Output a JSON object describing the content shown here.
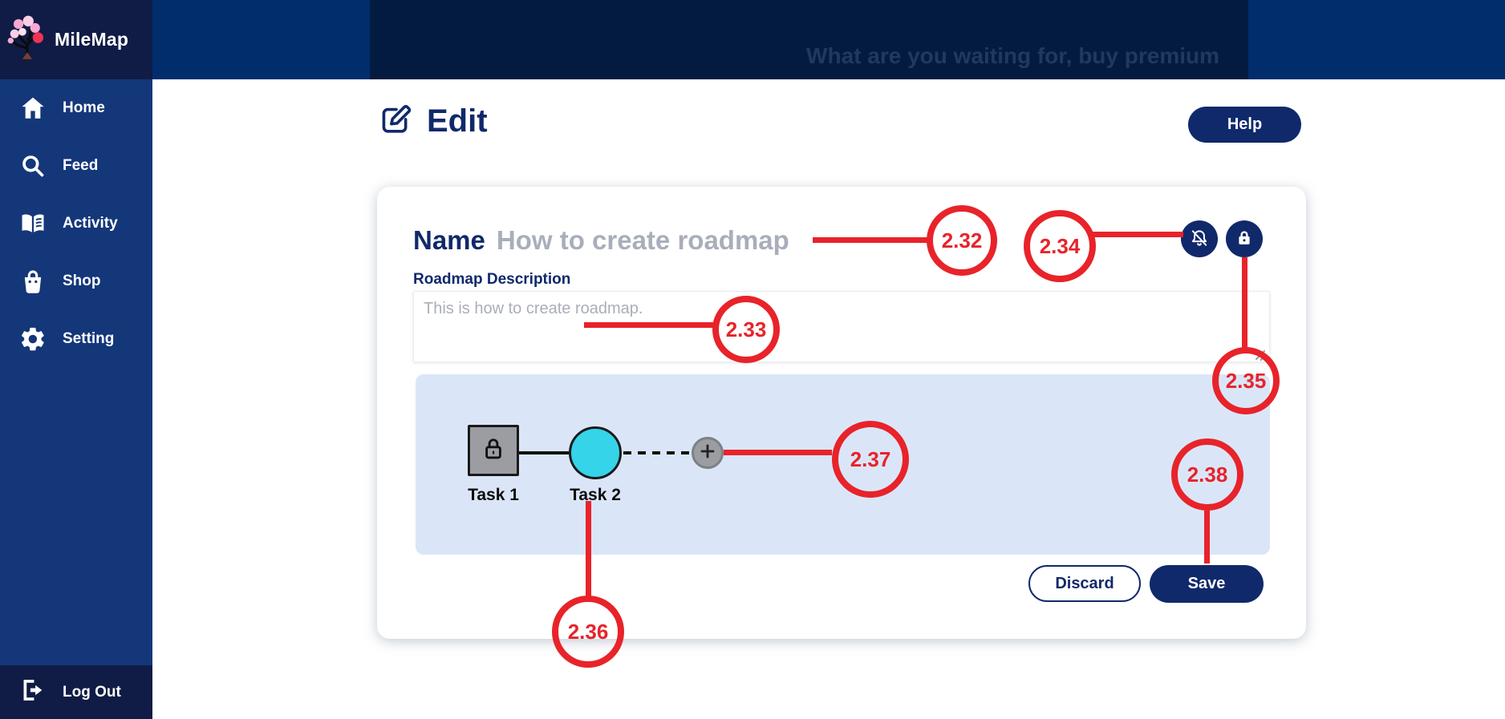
{
  "brand": {
    "name": "MileMap",
    "logo_icon": "blossom-tree-logo"
  },
  "topbar": {
    "promo_text": "What are you waiting for, buy premium"
  },
  "sidebar": {
    "items": [
      {
        "label": "Home",
        "icon": "home-icon"
      },
      {
        "label": "Feed",
        "icon": "search-icon"
      },
      {
        "label": "Activity",
        "icon": "book-icon"
      },
      {
        "label": "Shop",
        "icon": "shopping-bag-icon"
      },
      {
        "label": "Setting",
        "icon": "gear-icon"
      }
    ],
    "logout_label": "Log Out",
    "logout_icon": "logout-icon"
  },
  "page": {
    "title": "Edit",
    "title_icon": "edit-pencil-icon",
    "help_label": "Help"
  },
  "card": {
    "name_label": "Name",
    "name_value": "How to create roadmap",
    "mute_icon": "bell-off-icon",
    "privacy_icon": "lock-icon",
    "description_label": "Roadmap Description",
    "description_value": "",
    "description_placeholder": "This is how to create roadmap.",
    "tasks": [
      {
        "label": "Task 1",
        "shape": "locked-square",
        "icon": "lock-outline-icon"
      },
      {
        "label": "Task 2",
        "shape": "circle"
      }
    ],
    "add_node_icon": "plus-icon",
    "discard_label": "Discard",
    "save_label": "Save"
  },
  "annotations": [
    {
      "label": "2.32"
    },
    {
      "label": "2.33"
    },
    {
      "label": "2.34"
    },
    {
      "label": "2.35"
    },
    {
      "label": "2.36"
    },
    {
      "label": "2.37"
    },
    {
      "label": "2.38"
    }
  ],
  "colors": {
    "sidebar_navy": "#14377a",
    "dark_navy": "#101c45",
    "topbar_navy": "#012d6d",
    "banner_navy": "#041b41",
    "accent_navy": "#10296b",
    "annotation_red": "#e8232a",
    "task_cyan": "#35d4e9",
    "panel_blue": "#dae6f8",
    "node_gray": "#9b9da2",
    "muted_gray_text": "#a8aeba"
  }
}
